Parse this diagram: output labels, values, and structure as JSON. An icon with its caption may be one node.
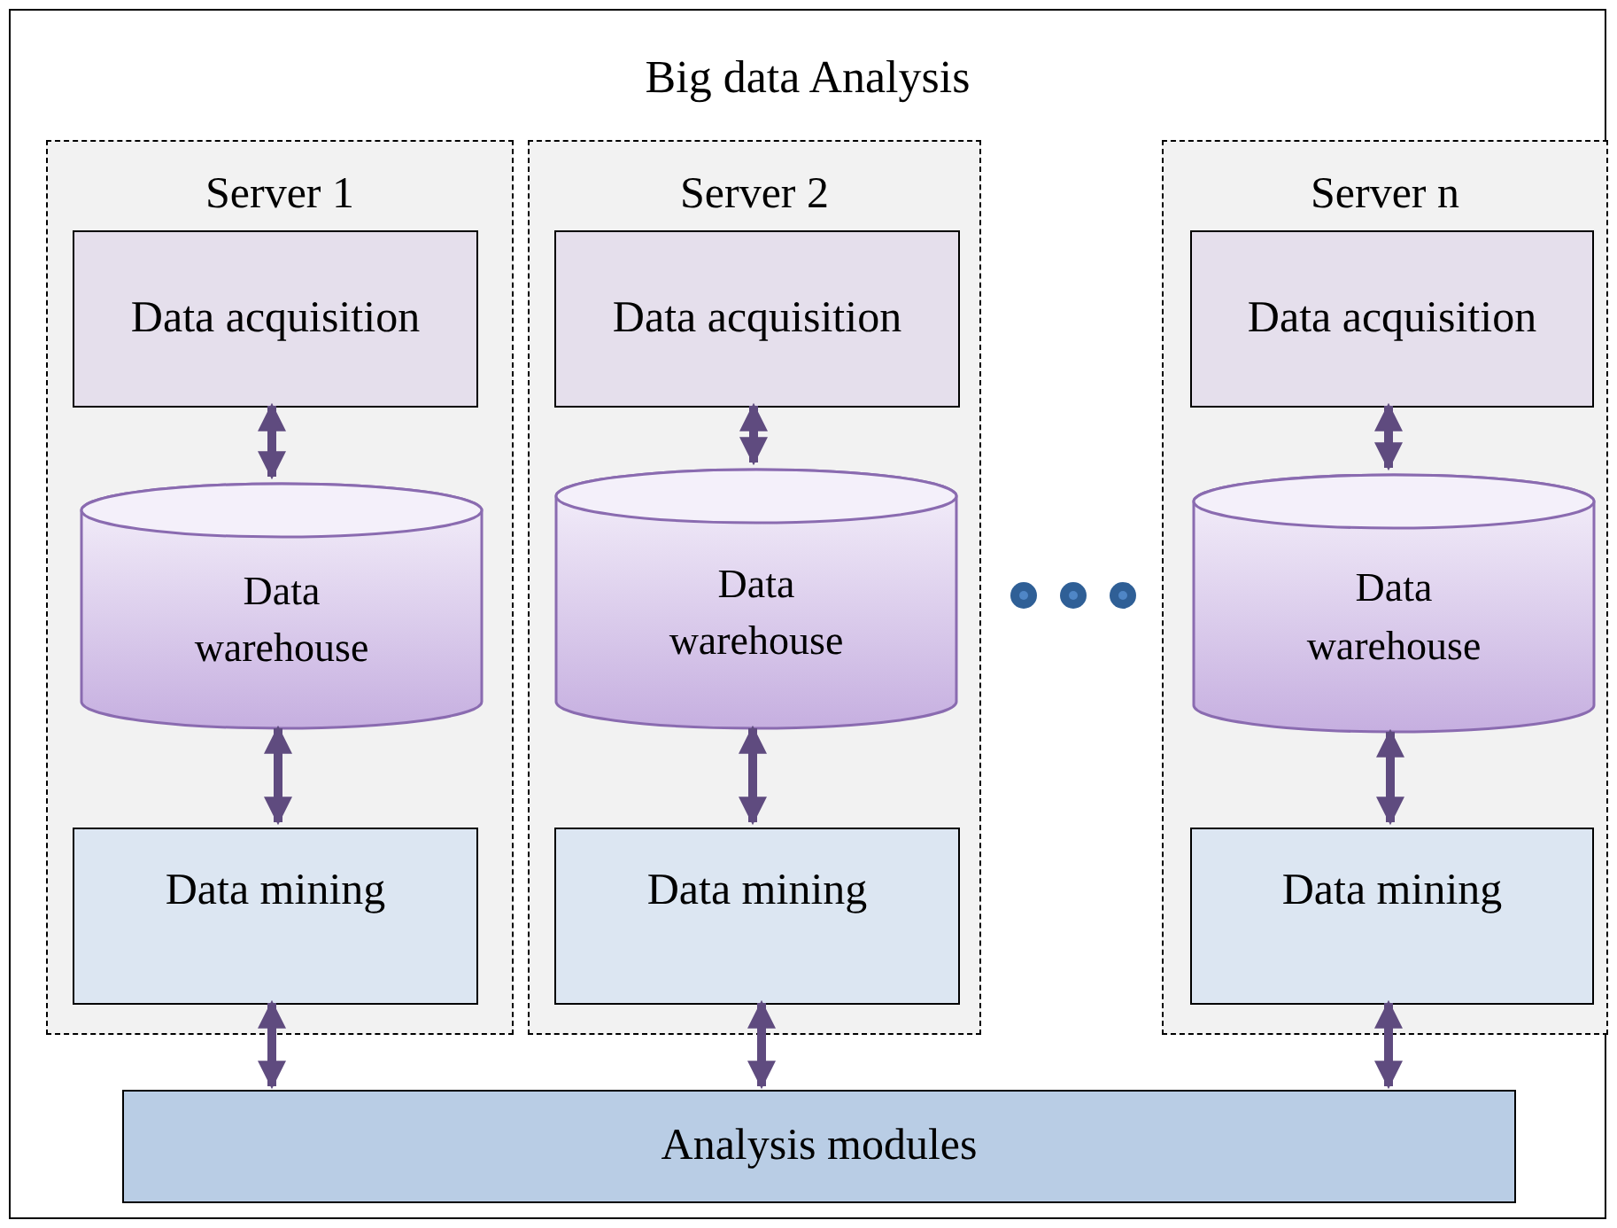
{
  "diagram": {
    "nodes": [
      {
        "text": [
          "Big data Analysis"
        ]
      },
      {
        "text": [
          "Server 1"
        ],
        "in": 0
      },
      {
        "text": [
          "Data acquisition"
        ],
        "in": 1
      },
      {
        "text": [
          "Data warehouse"
        ],
        "in": 1
      },
      {
        "text": [
          "Data mining"
        ],
        "in": 1
      },
      {
        "text": [
          "Server 2"
        ],
        "in": 0
      },
      {
        "text": [
          "Data acquisition"
        ],
        "in": 5
      },
      {
        "text": [
          "Data warehouse"
        ],
        "in": 5
      },
      {
        "text": [
          "Data mining"
        ],
        "in": 5
      },
      {
        "text": [
          "Server n"
        ],
        "in": 0
      },
      {
        "text": [
          "Data acquisition"
        ],
        "in": 9
      },
      {
        "text": [
          "Data warehouse"
        ],
        "in": 9
      },
      {
        "text": [
          "Data mining"
        ],
        "in": 9
      },
      {
        "text": [
          "Analysis modules"
        ],
        "in": 0
      }
    ],
    "edges": [
      {
        "from": 2,
        "to": 3,
        "arrow": "both"
      },
      {
        "from": 3,
        "to": 4,
        "arrow": "both"
      },
      {
        "from": 4,
        "to": 13,
        "arrow": "both"
      },
      {
        "from": 6,
        "to": 7,
        "arrow": "both"
      },
      {
        "from": 7,
        "to": 8,
        "arrow": "both"
      },
      {
        "from": 8,
        "to": 13,
        "arrow": "both"
      },
      {
        "from": 10,
        "to": 11,
        "arrow": "both"
      },
      {
        "from": 11,
        "to": 12,
        "arrow": "both"
      },
      {
        "from": 12,
        "to": 13,
        "arrow": "both"
      }
    ]
  }
}
